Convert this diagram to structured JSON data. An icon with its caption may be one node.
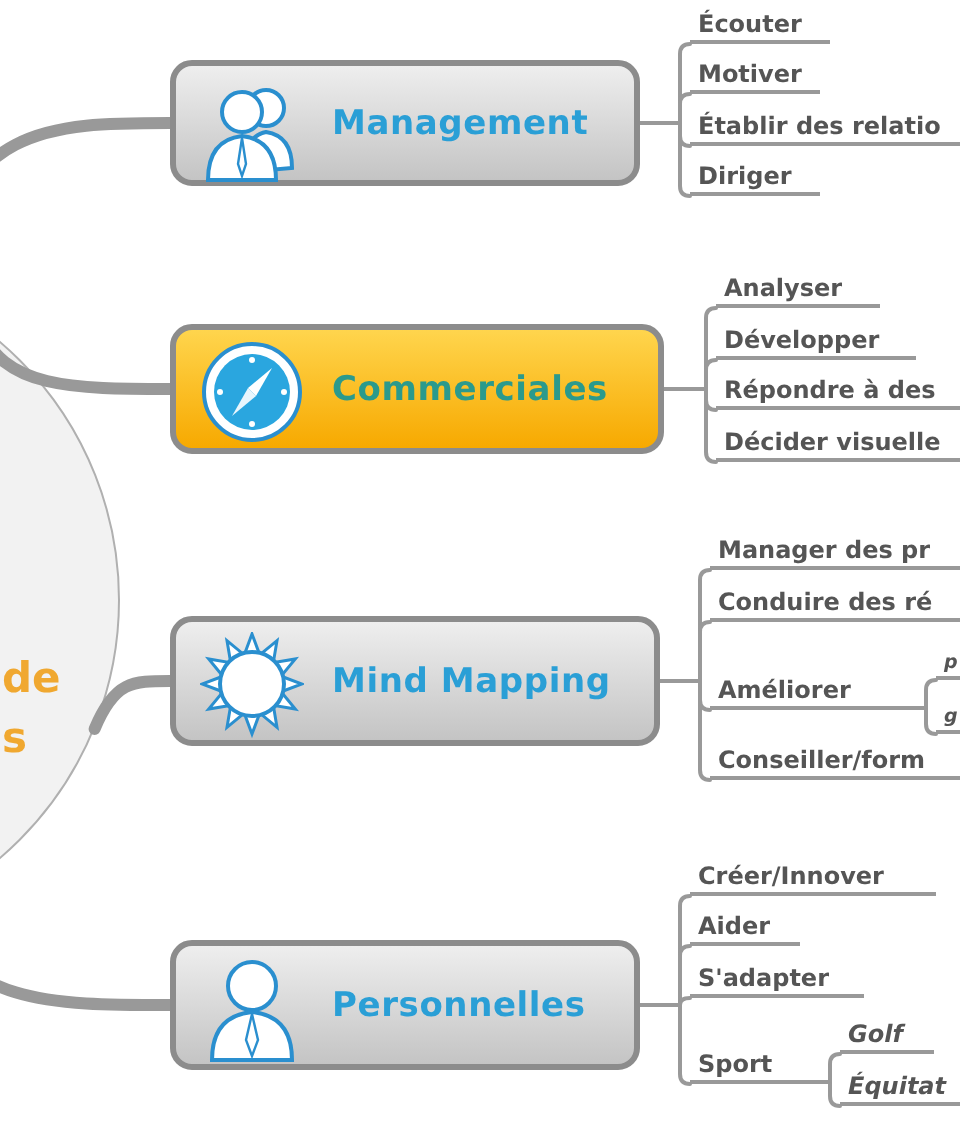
{
  "diagram": {
    "nodes": [
      {
        "text": [
          "de",
          "s"
        ]
      },
      {
        "text": [
          "Management"
        ]
      },
      {
        "text": [
          "Écouter"
        ]
      },
      {
        "text": [
          "Motiver"
        ]
      },
      {
        "text": [
          "Établir des relatio"
        ]
      },
      {
        "text": [
          "Diriger"
        ]
      },
      {
        "text": [
          "Commerciales"
        ]
      },
      {
        "text": [
          "Analyser"
        ]
      },
      {
        "text": [
          "Développer"
        ]
      },
      {
        "text": [
          "Répondre à des"
        ]
      },
      {
        "text": [
          "Décider visuelle"
        ]
      },
      {
        "text": [
          "Mind Mapping"
        ]
      },
      {
        "text": [
          "Manager des pr"
        ]
      },
      {
        "text": [
          "Conduire des ré"
        ]
      },
      {
        "text": [
          "Améliorer"
        ]
      },
      {
        "text": [
          "p"
        ]
      },
      {
        "text": [
          "g"
        ]
      },
      {
        "text": [
          "Conseiller/form"
        ]
      },
      {
        "text": [
          "Personnelles"
        ]
      },
      {
        "text": [
          "Créer/Innover"
        ]
      },
      {
        "text": [
          "Aider"
        ]
      },
      {
        "text": [
          "S'adapter"
        ]
      },
      {
        "text": [
          "Sport"
        ]
      },
      {
        "text": [
          "Golf"
        ]
      },
      {
        "text": [
          "Équitat"
        ]
      }
    ],
    "edges": [
      {
        "from": 0,
        "to": 1,
        "arrow": "none",
        "style": "thick"
      },
      {
        "from": 0,
        "to": 6,
        "arrow": "none",
        "style": "thick"
      },
      {
        "from": 0,
        "to": 11,
        "arrow": "none",
        "style": "thick"
      },
      {
        "from": 0,
        "to": 18,
        "arrow": "none",
        "style": "thick"
      },
      {
        "from": 1,
        "to": 2,
        "arrow": "none"
      },
      {
        "from": 1,
        "to": 3,
        "arrow": "none"
      },
      {
        "from": 1,
        "to": 4,
        "arrow": "none"
      },
      {
        "from": 1,
        "to": 5,
        "arrow": "none"
      },
      {
        "from": 6,
        "to": 7,
        "arrow": "none"
      },
      {
        "from": 6,
        "to": 8,
        "arrow": "none"
      },
      {
        "from": 6,
        "to": 9,
        "arrow": "none"
      },
      {
        "from": 6,
        "to": 10,
        "arrow": "none"
      },
      {
        "from": 11,
        "to": 12,
        "arrow": "none"
      },
      {
        "from": 11,
        "to": 13,
        "arrow": "none"
      },
      {
        "from": 11,
        "to": 14,
        "arrow": "none"
      },
      {
        "from": 11,
        "to": 17,
        "arrow": "none"
      },
      {
        "from": 14,
        "to": 15,
        "arrow": "none"
      },
      {
        "from": 14,
        "to": 16,
        "arrow": "none"
      },
      {
        "from": 18,
        "to": 19,
        "arrow": "none"
      },
      {
        "from": 18,
        "to": 20,
        "arrow": "none"
      },
      {
        "from": 18,
        "to": 21,
        "arrow": "none"
      },
      {
        "from": 18,
        "to": 22,
        "arrow": "none"
      },
      {
        "from": 22,
        "to": 23,
        "arrow": "none"
      },
      {
        "from": 22,
        "to": 24,
        "arrow": "none"
      }
    ]
  }
}
